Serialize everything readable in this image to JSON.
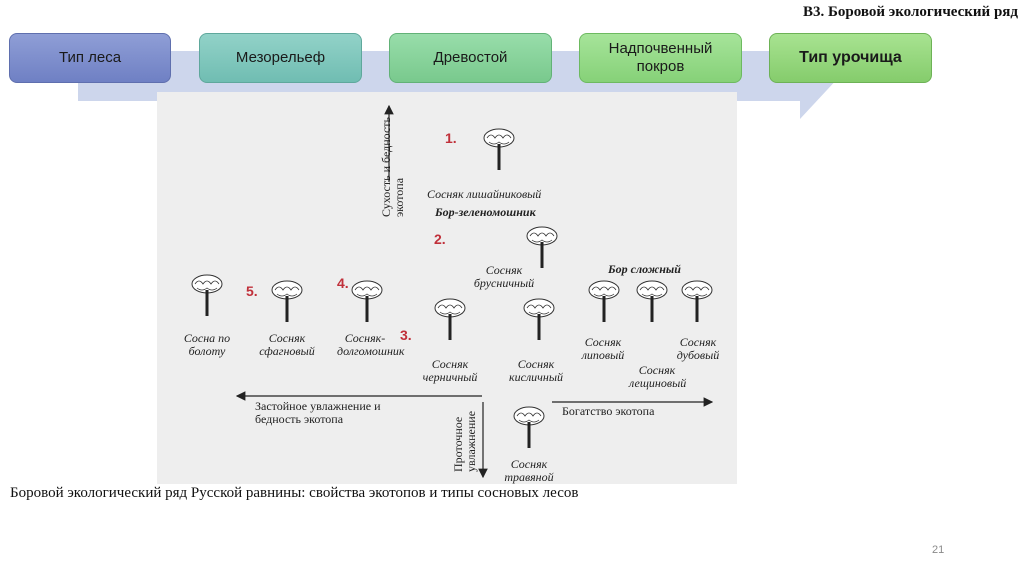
{
  "slide_title": "В3. Боровой экологический ряд",
  "steps": [
    "Тип леса",
    "Мезорельеф",
    "Древостой",
    "Надпочвенный покров",
    "Тип урочища"
  ],
  "figure": {
    "numbers": [
      "1.",
      "2.",
      "3.",
      "4.",
      "5."
    ],
    "groups": {
      "green_moss": "Бор-зеленомошник",
      "complex": "Бор сложный"
    },
    "axes": {
      "up": "Сухость и бедность экотопа",
      "left": "Застойное увлажнение и бедность экотопа",
      "right": "Богатство экотопа",
      "down": "Проточное увлажнение"
    },
    "trees": {
      "lichen": "Сосняк лишайниковый",
      "lingonberry": "Сосняк брусничный",
      "blueberry": "Сосняк черничный",
      "oxalis": "Сосняк кисличный",
      "linden": "Сосняк липовый",
      "oak": "Сосняк дубовый",
      "hazel": "Сосняк лещиновый",
      "haircap": "Сосняк-долгомошник",
      "sphagnum": "Сосняк сфагновый",
      "bog": "Сосна по болоту",
      "grass": "Сосняк травяной"
    }
  },
  "caption": "Боровой экологический ряд Русской равнины: свойства  экотопов и типы сосновых лесов",
  "page_number": "21",
  "colors": {
    "chevron": "#cdd6ec",
    "number": "#c0303a"
  }
}
